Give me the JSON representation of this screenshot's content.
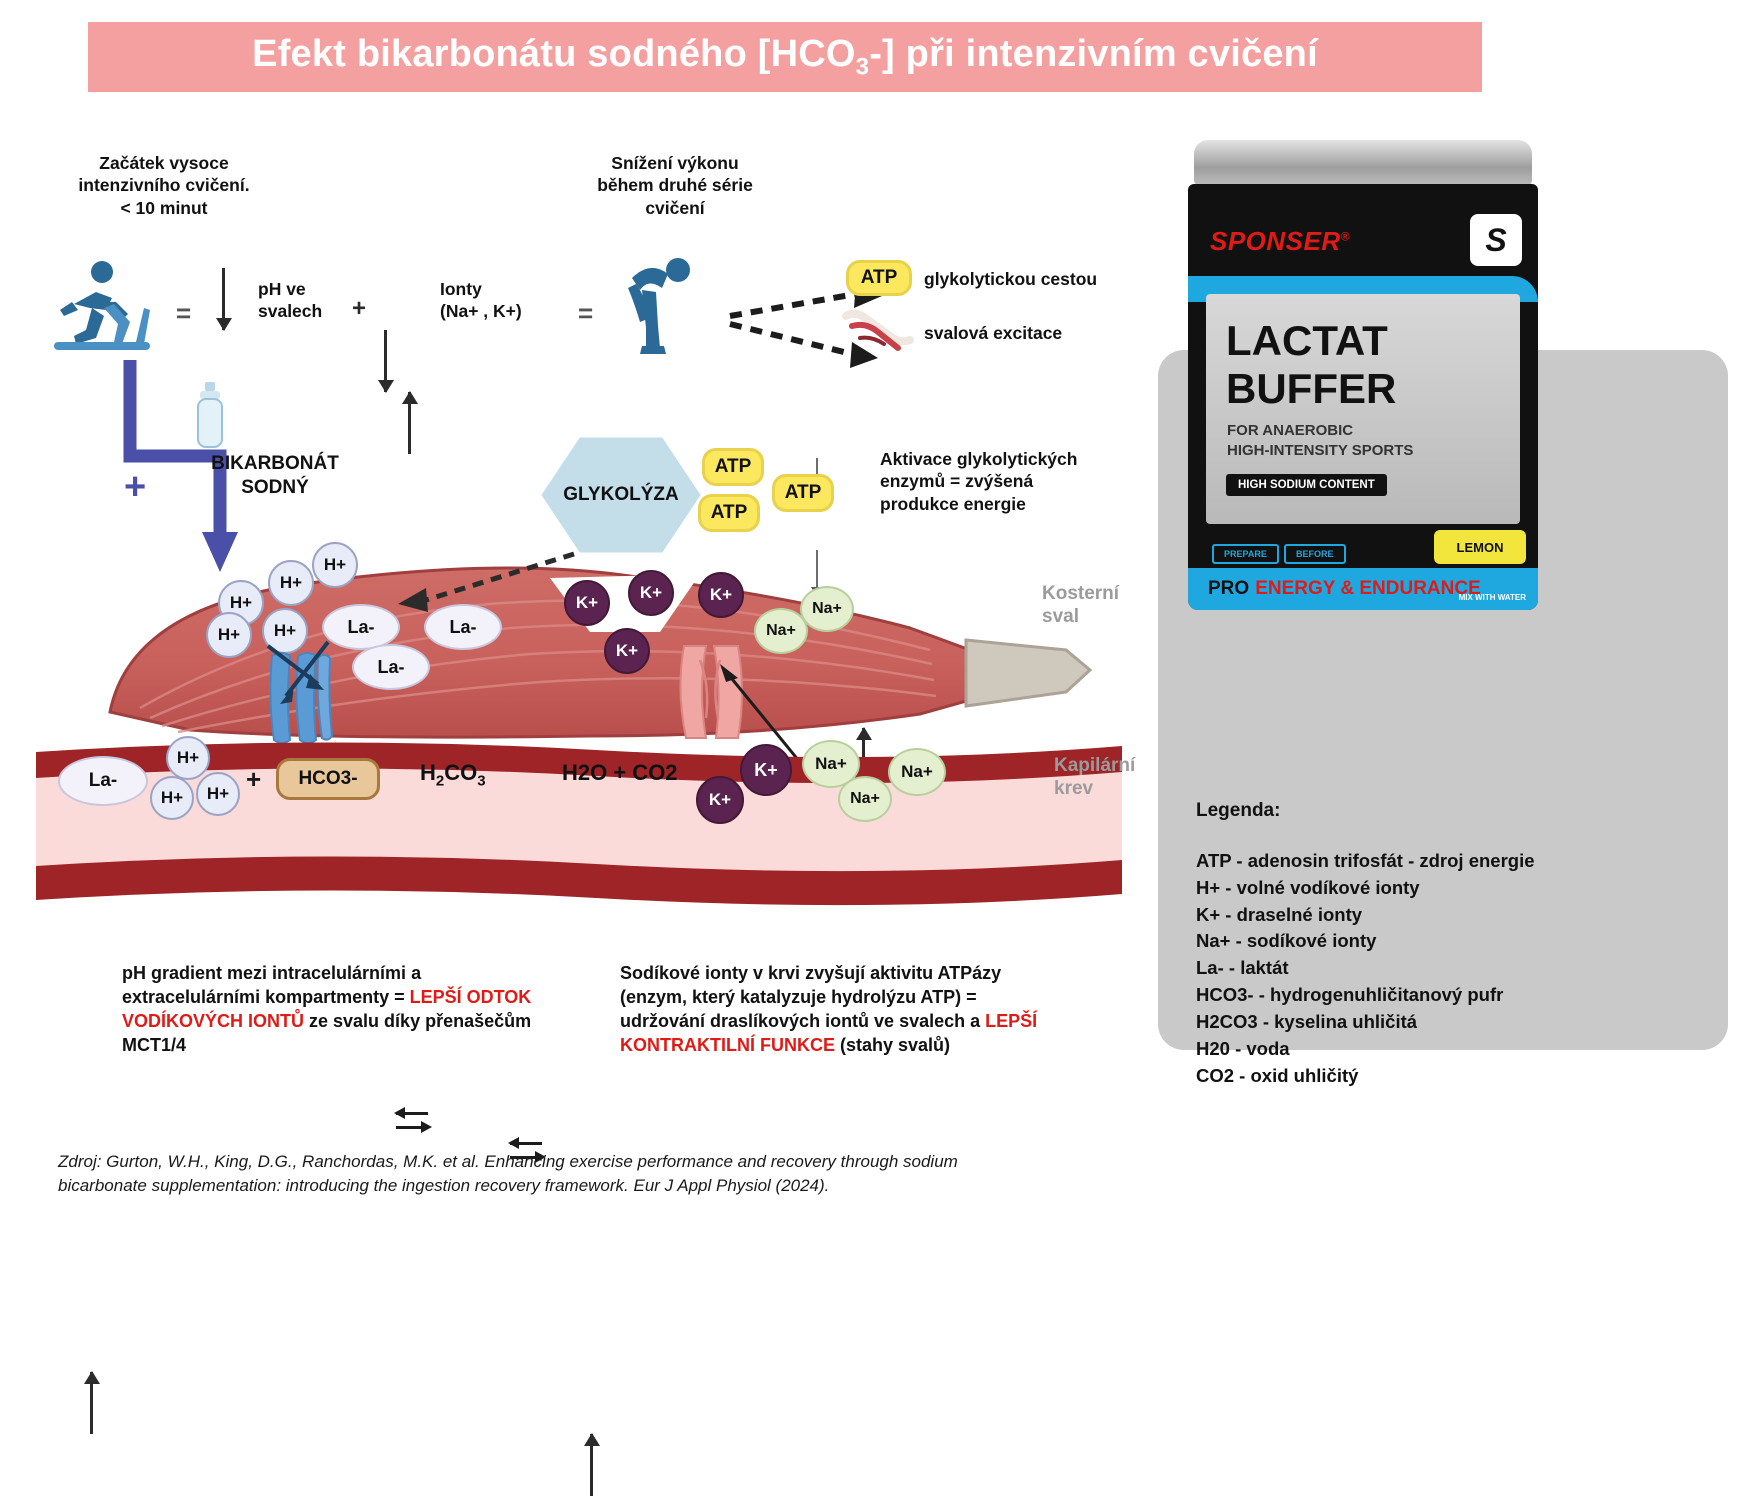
{
  "title": {
    "prefix": "Efekt bikarbonátu sodného [HCO",
    "sub": "3",
    "suffix": "-] při intenzivním cvičení",
    "banner_color": "#F4A0A0"
  },
  "flow": {
    "start_caption": "Začátek vysoce\nintenzivního cvičení.\n< 10 minut",
    "start_line1": "Začátek vysoce",
    "start_line2": "intenzivního cvičení.",
    "start_line3": "< 10 minut",
    "equals1": "=",
    "ph_label_l1": "pH ve",
    "ph_label_l2": "svalech",
    "plus1": "+",
    "ions_label_l1": "Ionty",
    "ions_label_l2": "(Na+ , K+)",
    "fatigue_l1": "Snížení výkonu",
    "fatigue_l2": "během druhé série",
    "fatigue_l3": "cvičení",
    "equals2": "=",
    "atp_pill": "ATP",
    "atp_route": "glykolytickou cestou",
    "muscle_excitation": "svalová excitace",
    "bicarbonate_l1": "BIKARBONÁT",
    "bicarbonate_l2": "SODNÝ",
    "plus2": "+"
  },
  "diagram": {
    "glycolysis": "GLYKOLÝZA",
    "atp_bubbles": [
      "ATP",
      "ATP",
      "ATP"
    ],
    "activation_l1": "Aktivace glykolytických",
    "activation_l2": "enzymů = zvýšená",
    "activation_l3": "produkce energie",
    "muscle_label_l1": "Kosterní",
    "muscle_label_l2": "sval",
    "blood_label_l1": "Kapilární",
    "blood_label_l2": "krev",
    "muscle_h_ions": [
      "H+",
      "H+",
      "H+",
      "H+",
      "H+"
    ],
    "muscle_la_ions": [
      "La-",
      "La-",
      "La-"
    ],
    "muscle_k_ions": [
      "K+",
      "K+",
      "K+",
      "K+"
    ],
    "muscle_na_ions": [
      "Na+",
      "Na+"
    ],
    "blood_la": "La-",
    "blood_h_ions": [
      "H+",
      "H+",
      "H+"
    ],
    "blood_plus": "+",
    "hco3": "HCO3-",
    "h2co3_pre": "H",
    "h2co3_sub1": "2",
    "h2co3_mid": "CO",
    "h2co3_sub2": "3",
    "h2o_co2": "H2O + CO2",
    "blood_k_ions": [
      "K+",
      "K+"
    ],
    "blood_na_ions": [
      "Na+",
      "Na+",
      "Na+"
    ]
  },
  "notes": {
    "left": {
      "seg1": "pH gradient mezi intracelulárními a extracelulárními kompartmenty = ",
      "red1": "LEPŠÍ ODTOK VODÍKOVÝCH IONTŮ",
      "seg2": " ze svalu díky přenašečům MCT1/4"
    },
    "right": {
      "seg1": "Sodíkové ionty v krvi zvyšují aktivitu ATPázy (enzym, který katalyzuje hydrolýzu ATP) = udržování draslíkových iontů ve svalech a ",
      "red1": "LEPŠÍ KONTRAKTILNÍ FUNKCE",
      "seg2": " (stahy svalů)"
    }
  },
  "legend": {
    "title": "Legenda:",
    "items": [
      "ATP - adenosin trifosfát - zdroj energie",
      "H+ - volné vodíkové ionty",
      "K+ - draselné ionty",
      "Na+ - sodíkové ionty",
      "La- - laktát",
      "HCO3- - hydrogenuhličitanový pufr",
      "H2CO3 - kyselina uhličitá",
      "H20 - voda",
      "CO2 - oxid uhličitý"
    ]
  },
  "product": {
    "brand": "SPONSER",
    "brand_mark": "®",
    "logo_letter": "S",
    "name_l1": "LACTAT",
    "name_l2": "BUFFER",
    "sub_l1": "FOR ANAEROBIC",
    "sub_l2": "HIGH-INTENSITY SPORTS",
    "badge": "HIGH SODIUM CONTENT",
    "tag_left": "PREPARE",
    "tag_right": "BEFORE",
    "footer_pro": "PRO",
    "footer_rest": "ENERGY & ENDURANCE",
    "flavor": "LEMON",
    "flavor_sub": "MIX WITH WATER"
  },
  "source": {
    "line1": "Zdroj: Gurton, W.H., King, D.G., Ranchordas, M.K. et al. Enhancing exercise performance and recovery through sodium",
    "line2": "bicarbonate supplementation: introducing the ingestion recovery framework. Eur J Appl Physiol (2024)."
  }
}
